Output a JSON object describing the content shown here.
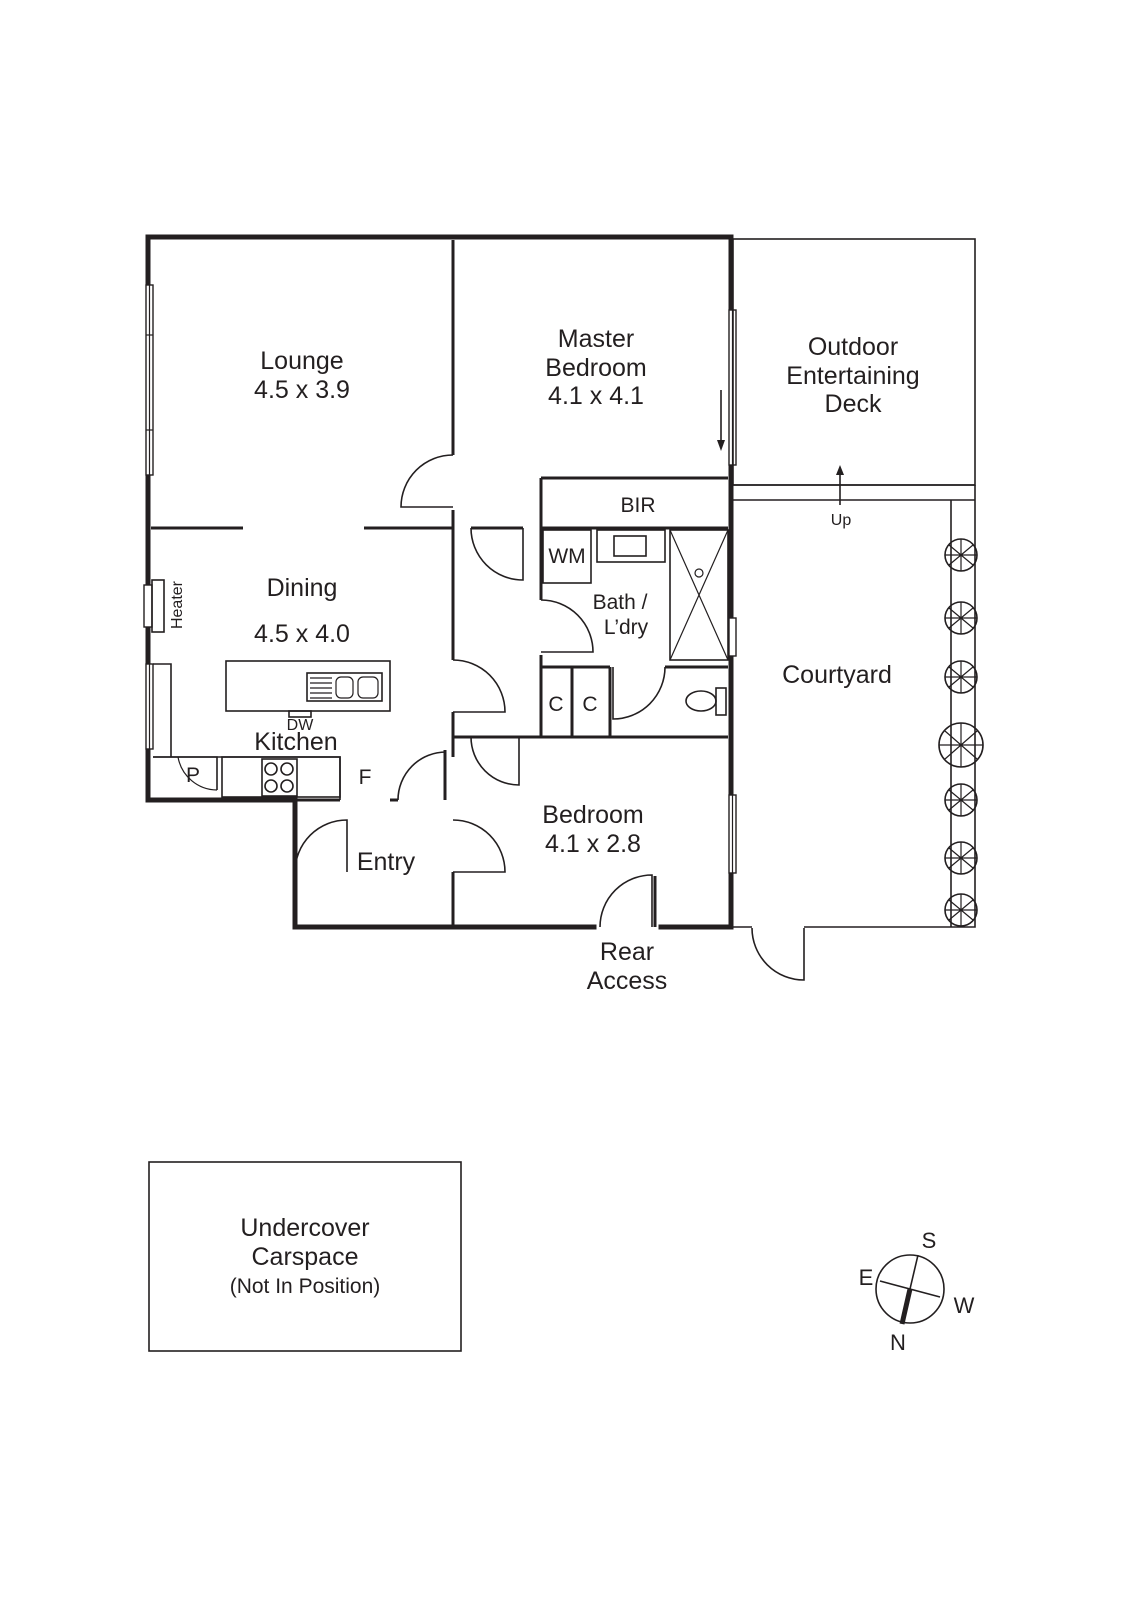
{
  "rooms": {
    "lounge": {
      "name": "Lounge",
      "size": "4.5 x 3.9"
    },
    "master": {
      "name1": "Master",
      "name2": "Bedroom",
      "size": "4.1 x 4.1"
    },
    "deck": {
      "line1": "Outdoor",
      "line2": "Entertaining",
      "line3": "Deck"
    },
    "dining": {
      "name": "Dining",
      "size": "4.5 x 4.0"
    },
    "kitchen": {
      "name": "Kitchen"
    },
    "bedroom": {
      "name": "Bedroom",
      "size": "4.1 x 2.8"
    },
    "entry": {
      "name": "Entry"
    },
    "courtyard": {
      "name": "Courtyard"
    },
    "bath": {
      "line1": "Bath /",
      "line2": "L’dry"
    },
    "rear": {
      "line1": "Rear",
      "line2": "Access"
    },
    "carspace": {
      "line1": "Undercover",
      "line2": "Carspace",
      "line3": "(Not In Position)"
    }
  },
  "fixtures": {
    "bir": "BIR",
    "wm": "WM",
    "up": "Up",
    "heater": "Heater",
    "dw": "DW",
    "pantry": "P",
    "fridge": "F",
    "cupboard1": "C",
    "cupboard2": "C"
  },
  "compass": {
    "s": "S",
    "e": "E",
    "w": "W",
    "n": "N"
  }
}
